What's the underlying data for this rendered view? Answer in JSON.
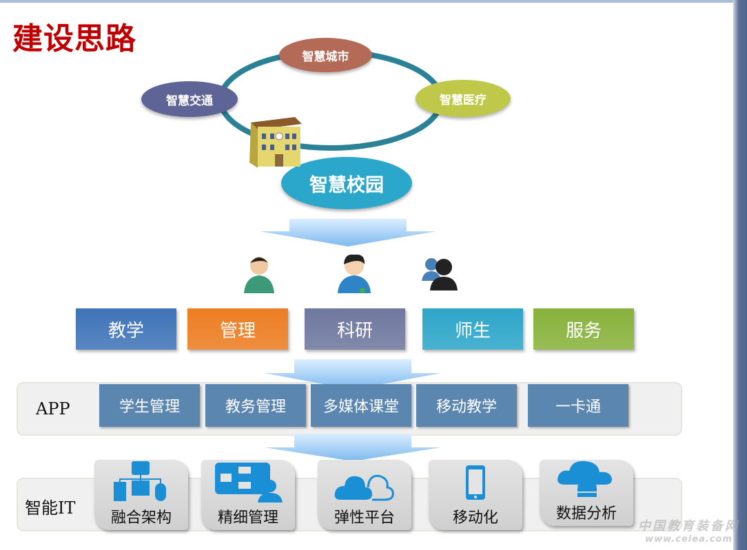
{
  "title": "建设思路",
  "clouds": {
    "city": "智慧城市",
    "traffic": "智慧交通",
    "medical": "智慧医疗",
    "campus": "智慧校园"
  },
  "categories": [
    {
      "label": "教学",
      "color": "#3f74b8"
    },
    {
      "label": "管理",
      "color": "#ec7d22"
    },
    {
      "label": "科研",
      "color": "#6f789e"
    },
    {
      "label": "师生",
      "color": "#2ea6c9"
    },
    {
      "label": "服务",
      "color": "#88b23c"
    }
  ],
  "app": {
    "label": "APP",
    "items": [
      "学生管理",
      "教务管理",
      "多媒体课堂",
      "移动教学",
      "一卡通"
    ]
  },
  "it": {
    "label": "智能IT",
    "items": [
      "融合架构",
      "精细管理",
      "弹性平台",
      "移动化",
      "数据分析"
    ]
  },
  "watermark": {
    "line1": "中国教育装备网",
    "line2": "www.ceiea.com"
  }
}
